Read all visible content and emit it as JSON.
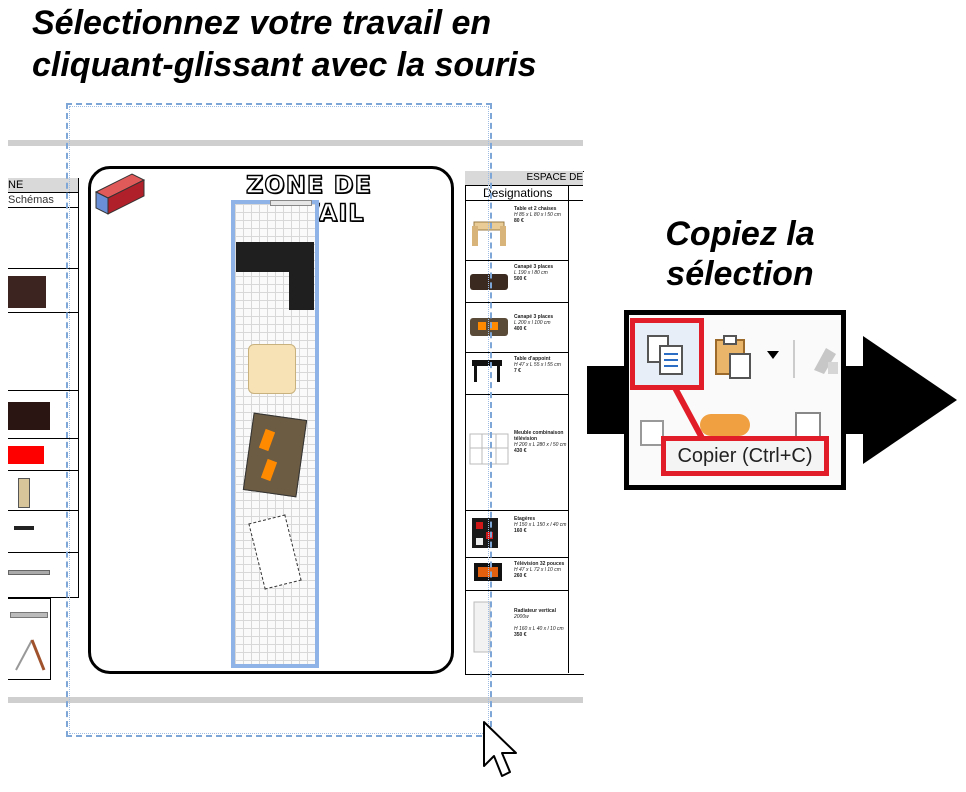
{
  "instructions": {
    "line1": "Sélectionnez votre travail en",
    "line2": "cliquant-glissant avec la souris",
    "copy_line1": "Copiez la",
    "copy_line2": "sélection"
  },
  "sheet": {
    "left_header": "NE",
    "left_subheader": "Schémas",
    "zone_title": "ZONE DE TRAVAIL",
    "right_header": "ESPACE DE",
    "right_subheader": "Designations",
    "items": [
      {
        "name": "Table et 2 chaises",
        "dims": "H 85 x L 80 x l 50 cm",
        "price": "80 €"
      },
      {
        "name": "Canapé 3 places",
        "dims": "L 190 x l 80 cm",
        "price": "500 €"
      },
      {
        "name": "Canapé 3 places",
        "dims": "L 200 x l 100 cm",
        "price": "400 €"
      },
      {
        "name": "Table d'appoint",
        "dims": "H 47 x L 55 x l 55 cm",
        "price": "7 €"
      },
      {
        "name": "Meuble combinaison télévision",
        "dims": "H 200 x L 280 x l 50 cm",
        "price": "430 €"
      },
      {
        "name": "Etagères",
        "dims": "H 150 x L 150 x l 40 cm",
        "price": "160 €"
      },
      {
        "name": "Télévision 32 pouces",
        "dims": "H 47 x L 72 x l 10 cm",
        "price": "260 €"
      },
      {
        "name": "Radiateur vertical",
        "extra": "2000w",
        "dims": "H 160 x L 40 x l 10 cm",
        "price": "350 €"
      }
    ]
  },
  "toolbar": {
    "copy_tooltip": "Copier (Ctrl+C)",
    "icons": [
      "copy-icon",
      "paste-icon",
      "dropdown-arrow-icon",
      "format-painter-icon"
    ]
  },
  "colors": {
    "highlight": "#e21d2a",
    "selection": "#7ea6d6",
    "room_wall": "#8fb3e6"
  }
}
